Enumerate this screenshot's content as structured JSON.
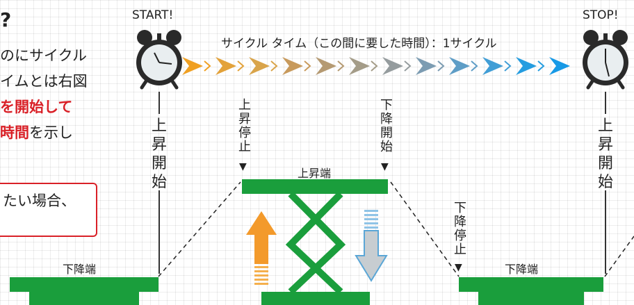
{
  "intro": {
    "question_mark": "?",
    "lines": [
      "のにサイクル",
      "イムとは右図",
      "を開始して",
      "時間を示し"
    ],
    "highlight_line3": "を開始して",
    "line4_highlight": "時間",
    "line4_rest": "を示し"
  },
  "callout_box": {
    "text": "たい場合、"
  },
  "header": {
    "start_label": "START!",
    "stop_label": "STOP!",
    "cycle_time_label": "サイクル タイム（この間に要した時間）：1サイクル"
  },
  "markers": {
    "rise_start": "上昇開始",
    "rise_stop": "上昇停止",
    "descend_start": "下降開始",
    "descend_stop": "下降停止",
    "top_end": "上昇端",
    "bottom_end_left": "下降端",
    "bottom_end_right": "下降端",
    "rise_start_right": "上昇開始"
  },
  "colors": {
    "platform_green": "#1a9e3c",
    "accent_red": "#d92027",
    "arrow_up": "#f39a2b",
    "arrow_down": "#5aa6d6"
  },
  "icons": [
    "alarm-clock-icon",
    "chevron-arrow-icon",
    "up-arrow-icon",
    "down-arrow-icon"
  ]
}
